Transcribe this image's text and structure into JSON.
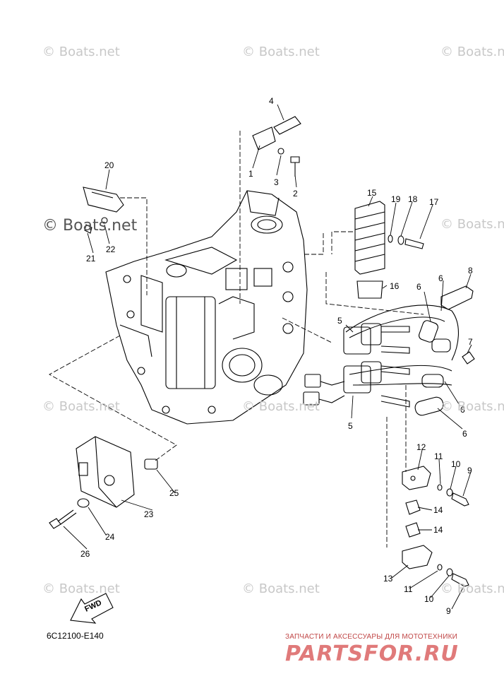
{
  "watermarks": [
    "© Boats.net",
    "© Boats.net",
    "© Boats.net",
    "© Boats.net",
    "© Boats.net",
    "© Boats.net",
    "© Boats.net",
    "© Boats.net",
    "© Boats.net",
    "© Boats.net",
    "© Boats.net"
  ],
  "callouts": [
    "1",
    "2",
    "3",
    "4",
    "5",
    "5",
    "6",
    "6",
    "6",
    "6",
    "7",
    "8",
    "9",
    "9",
    "10",
    "10",
    "11",
    "11",
    "12",
    "13",
    "14",
    "14",
    "15",
    "16",
    "17",
    "18",
    "19",
    "20",
    "21",
    "22",
    "23",
    "24",
    "25",
    "26"
  ],
  "fwd_label": "FWD",
  "diagram_code": "6C12100-E140",
  "promo_text": "ЗАПЧАСТИ И АКСЕССУАРЫ ДЛЯ МОТОТЕХНИКИ",
  "brand_text": "PARTSFOR.RU",
  "colors": {
    "watermark": "#c8c8c8",
    "brand": "#e07a7a",
    "promo": "#c04646"
  }
}
